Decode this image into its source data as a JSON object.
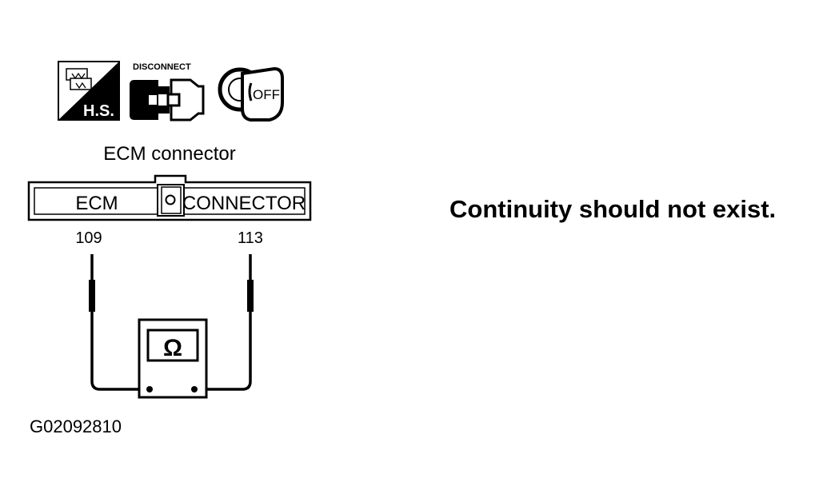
{
  "icons": {
    "harness_icon": {
      "name": "harness-side-icon",
      "label": "H.S."
    },
    "disconnect_icon": {
      "name": "disconnect-icon",
      "label": "DISCONNECT"
    },
    "ignition_icon": {
      "name": "ignition-key-off-icon",
      "label": "OFF"
    }
  },
  "connector": {
    "title": "ECM connector",
    "left_label": "ECM",
    "right_label": "CONNECTOR",
    "terminals": [
      "109",
      "113"
    ]
  },
  "meter": {
    "name": "ohmmeter-icon",
    "symbol": "Ω"
  },
  "statement": "Continuity should not exist.",
  "figure_id": "G02092810"
}
